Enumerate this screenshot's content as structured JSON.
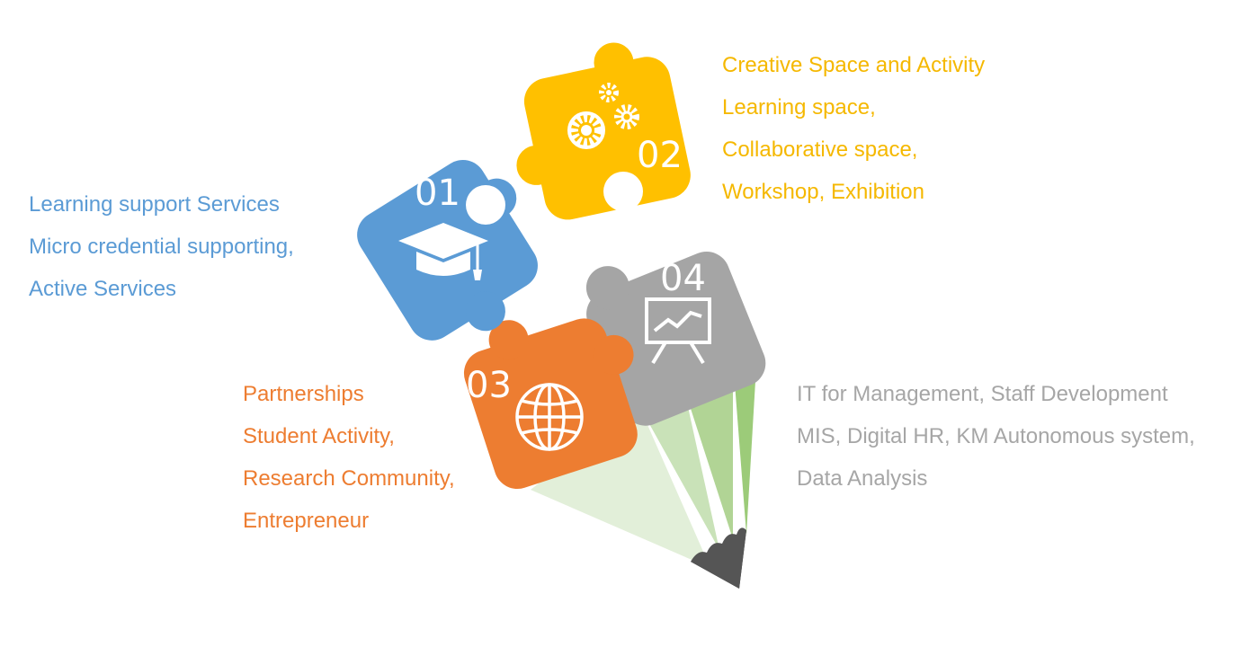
{
  "pieces": [
    {
      "number": "01",
      "color": "#5b9bd5",
      "icon": "graduation-cap-icon",
      "lines": [
        "Learning support Services",
        "Micro credential supporting,",
        "Active Services"
      ]
    },
    {
      "number": "02",
      "color": "#ffc000",
      "icon": "gears-icon",
      "lines": [
        "Creative Space and Activity",
        "Learning space,",
        "Collaborative space,",
        "Workshop, Exhibition"
      ]
    },
    {
      "number": "03",
      "color": "#ed7d31",
      "icon": "globe-icon",
      "lines": [
        "Partnerships",
        "Student Activity,",
        "Research Community,",
        "Entrepreneur"
      ]
    },
    {
      "number": "04",
      "color": "#a5a5a5",
      "icon": "presentation-chart-icon",
      "lines": [
        "IT for Management, Staff Development",
        "MIS, Digital HR, KM Autonomous system,",
        "Data Analysis"
      ]
    }
  ]
}
